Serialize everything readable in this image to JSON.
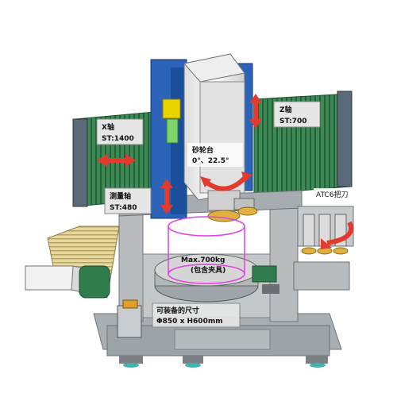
{
  "diagram": {
    "labels": {
      "x_axis_name": "X轴",
      "x_axis_stroke": "ST:1400",
      "z_axis_name": "Z轴",
      "z_axis_stroke": "ST:700",
      "wheel_head_name": "砂轮台",
      "wheel_head_angle": "0°、22.5°",
      "measure_axis_name": "测量轴",
      "measure_axis_stroke": "ST:480",
      "atc_label": "ATC6把刀",
      "max_load": "Max.700kg",
      "max_load_note": "(包含夹具)",
      "fixture_size_title": "可装备的尺寸",
      "fixture_size_value": "Φ850 x H600mm"
    },
    "colors": {
      "machine_body": "#b8bcbf",
      "machine_shadow": "#8d9296",
      "column_green": "#2f7d4c",
      "bellows_green": "#3d8a55",
      "ram_white": "#f2f2f2",
      "spindle_blue": "#2a63b8",
      "arrow_red": "#e23b2e",
      "table_pink": "#e040e0",
      "cover_yellow": "#e8d79a",
      "label_bg": "#e6e6e6"
    }
  }
}
